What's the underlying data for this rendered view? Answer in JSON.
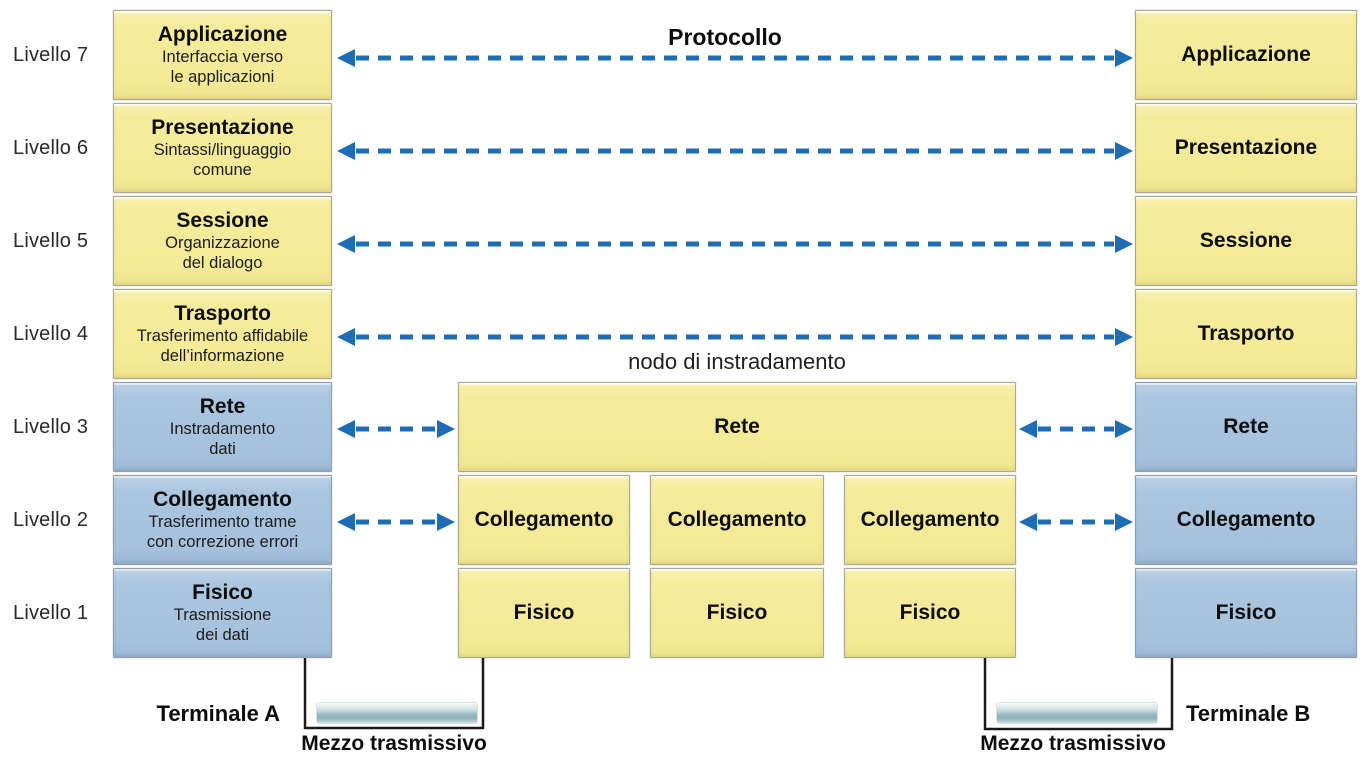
{
  "diagram": {
    "protocol_label": "Protocollo",
    "node_title": "nodo di instradamento",
    "terminal_a": "Terminale A",
    "terminal_b": "Terminale B",
    "medium_label": "Mezzo trasmissivo"
  },
  "levels": [
    "Livello 7",
    "Livello 6",
    "Livello 5",
    "Livello 4",
    "Livello 3",
    "Livello 2",
    "Livello 1"
  ],
  "left_stack": {
    "rows": [
      {
        "title": "Applicazione",
        "subtitle": "Interfaccia verso\nle applicazioni"
      },
      {
        "title": "Presentazione",
        "subtitle": "Sintassi/linguaggio\ncomune"
      },
      {
        "title": "Sessione",
        "subtitle": "Organizzazione\ndel dialogo"
      },
      {
        "title": "Trasporto",
        "subtitle": "Trasferimento affidabile\ndell’informazione"
      },
      {
        "title": "Rete",
        "subtitle": "Instradamento\ndati"
      },
      {
        "title": "Collegamento",
        "subtitle": "Trasferimento trame\ncon correzione errori"
      },
      {
        "title": "Fisico",
        "subtitle": "Trasmissione\ndei dati"
      }
    ]
  },
  "middle_node": {
    "rete": "Rete",
    "collegamento": [
      "Collegamento",
      "Collegamento",
      "Collegamento"
    ],
    "fisico": [
      "Fisico",
      "Fisico",
      "Fisico"
    ]
  },
  "right_stack": {
    "rows": [
      {
        "label": "Applicazione"
      },
      {
        "label": "Presentazione"
      },
      {
        "label": "Sessione"
      },
      {
        "label": "Trasporto"
      },
      {
        "label": "Rete"
      },
      {
        "label": "Collegamento"
      },
      {
        "label": "Fisico"
      }
    ]
  },
  "colors": {
    "upper_layer_fill": "#f5ec9c",
    "lower_layer_fill": "#a5c1dc",
    "arrow_blue": "#1e6cb5",
    "bracket_black": "#1a1a1a",
    "text": "#111111"
  }
}
